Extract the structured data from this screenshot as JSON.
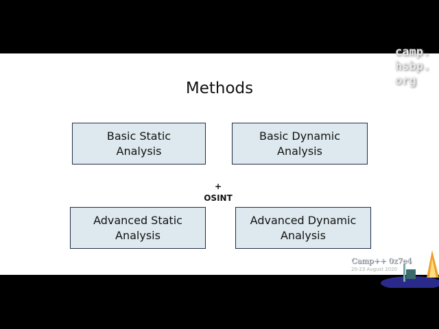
{
  "slide": {
    "title": "Methods",
    "boxes": [
      {
        "line1": "Basic Static",
        "line2": "Analysis"
      },
      {
        "line1": "Basic Dynamic",
        "line2": "Analysis"
      },
      {
        "line1": "Advanced Static",
        "line2": "Analysis"
      },
      {
        "line1": "Advanced Dynamic",
        "line2": "Analysis"
      }
    ],
    "plus": "+",
    "osint": "OSINT",
    "box_fill": "#dde9ee",
    "box_border": "#1f2a44"
  },
  "overlay": {
    "watermark": [
      "camp.",
      "hsbp.",
      "org"
    ],
    "event": "Camp++ 0x7e4",
    "dates": "20-23 August 2020"
  }
}
